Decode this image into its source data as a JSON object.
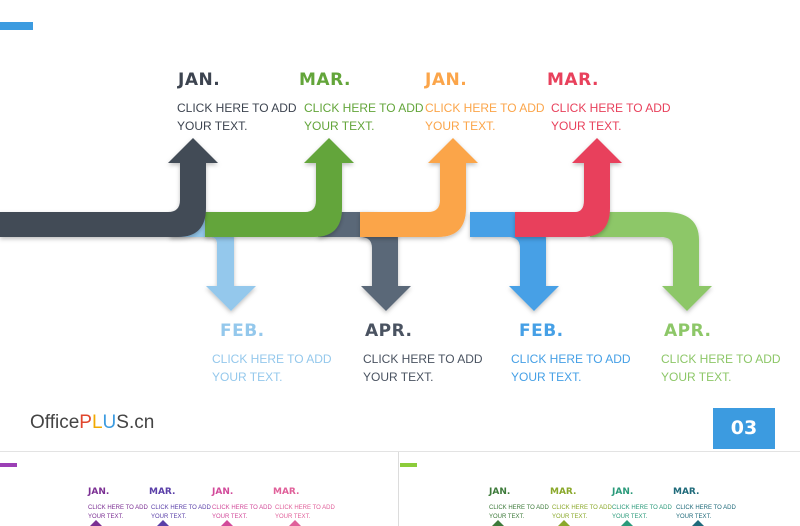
{
  "slide": {
    "page_number": "03",
    "logo": {
      "part1": "Office",
      "part2": "P",
      "part3": "L",
      "part4": "U",
      "part5": "S",
      "part6": ".cn"
    },
    "colors": {
      "accent": "#3c9be0",
      "dark_slate": "#424b57",
      "green": "#63a53a",
      "orange": "#fba54a",
      "red": "#e8415c",
      "light_blue": "#94c8ec",
      "slate": "#5a6778",
      "blue": "#46a0e6",
      "light_green": "#8dc768"
    },
    "top_items": [
      {
        "month": "JAN.",
        "text": "CLICK HERE TO ADD YOUR TEXT.",
        "color": "#3d4450",
        "text_color": "#3d4450"
      },
      {
        "month": "MAR.",
        "text": "CLICK HERE TO ADD YOUR TEXT.",
        "color": "#63a53a",
        "text_color": "#63a53a"
      },
      {
        "month": "JAN.",
        "text": "CLICK HERE TO ADD YOUR TEXT.",
        "color": "#fba54a",
        "text_color": "#fba54a"
      },
      {
        "month": "MAR.",
        "text": "CLICK HERE TO ADD YOUR TEXT.",
        "color": "#e8415c",
        "text_color": "#e8415c"
      }
    ],
    "bottom_items": [
      {
        "month": "FEB.",
        "text": "CLICK HERE TO ADD YOUR TEXT.",
        "color": "#94c8ec",
        "text_color": "#94c8ec"
      },
      {
        "month": "APR.",
        "text": "CLICK HERE TO ADD YOUR TEXT.",
        "color": "#4a5361",
        "text_color": "#4a5361"
      },
      {
        "month": "FEB.",
        "text": "CLICK HERE TO ADD YOUR TEXT.",
        "color": "#46a0e6",
        "text_color": "#46a0e6"
      },
      {
        "month": "APR.",
        "text": "CLICK HERE TO ADD YOUR TEXT.",
        "color": "#8dc768",
        "text_color": "#8dc768"
      }
    ]
  },
  "thumbnails": [
    {
      "accent": "#9b3fb5",
      "months": [
        {
          "month": "JAN.",
          "text": "CLICK HERE TO ADD YOUR TEXT.",
          "color": "#7b2f93"
        },
        {
          "month": "MAR.",
          "text": "CLICK HERE TO ADD YOUR TEXT.",
          "color": "#5a3fa8"
        },
        {
          "month": "JAN.",
          "text": "CLICK HERE TO ADD YOUR TEXT.",
          "color": "#d24a9a"
        },
        {
          "month": "MAR.",
          "text": "CLICK HERE TO ADD YOUR TEXT.",
          "color": "#e0609a"
        }
      ]
    },
    {
      "accent": "#8ccc3a",
      "months": [
        {
          "month": "JAN.",
          "text": "CLICK HERE TO ADD YOUR TEXT.",
          "color": "#3d7a3a"
        },
        {
          "month": "MAR.",
          "text": "CLICK HERE TO ADD YOUR TEXT.",
          "color": "#8aa82a"
        },
        {
          "month": "JAN.",
          "text": "CLICK HERE TO ADD YOUR TEXT.",
          "color": "#2a9a7a"
        },
        {
          "month": "MAR.",
          "text": "CLICK HERE TO ADD YOUR TEXT.",
          "color": "#1f6a7a"
        }
      ]
    }
  ]
}
